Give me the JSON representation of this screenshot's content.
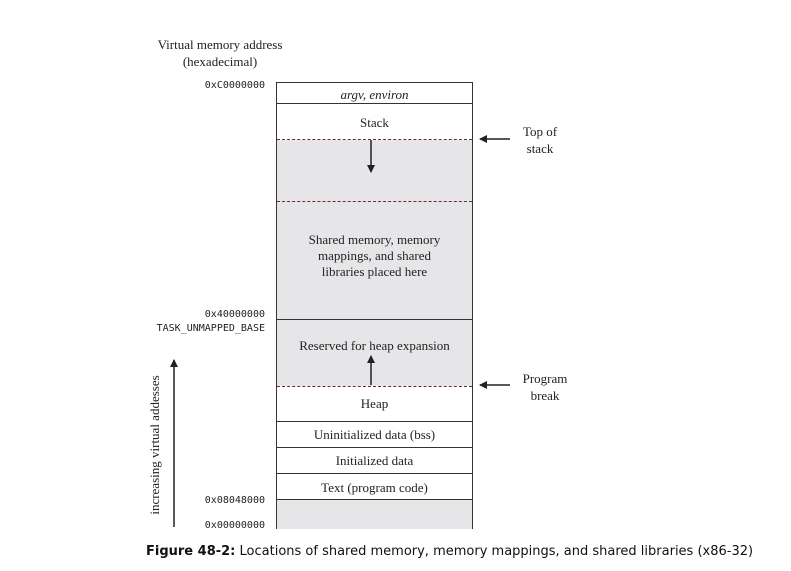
{
  "axis_title": {
    "line1": "Virtual memory address",
    "line2": "(hexadecimal)"
  },
  "addresses": {
    "top": "0xC0000000",
    "middle": "0x40000000",
    "middle_name": "TASK_UNMAPPED_BASE",
    "text_start": "0x08048000",
    "bottom": "0x00000000"
  },
  "segments": {
    "argv": "argv, environ",
    "stack": "Stack",
    "shared_line1": "Shared memory, memory",
    "shared_line2": "mappings, and shared",
    "shared_line3": "libraries placed here",
    "reserved": "Reserved for heap expansion",
    "heap": "Heap",
    "bss": "Uninitialized data (bss)",
    "data": "Initialized data",
    "text": "Text (program code)"
  },
  "side_labels": {
    "top_of_stack_1": "Top of",
    "top_of_stack_2": "stack",
    "program_break_1": "Program",
    "program_break_2": "break"
  },
  "vertical_label": "increasing virtual addesses",
  "caption": {
    "label": "Figure 48-2:",
    "text": " Locations of shared memory, memory mappings, and shared libraries (x86-32)"
  },
  "colors": {
    "gray_region": "#e6e6e8",
    "dashed_line": "#6b2c3a",
    "outline": "#333333"
  }
}
